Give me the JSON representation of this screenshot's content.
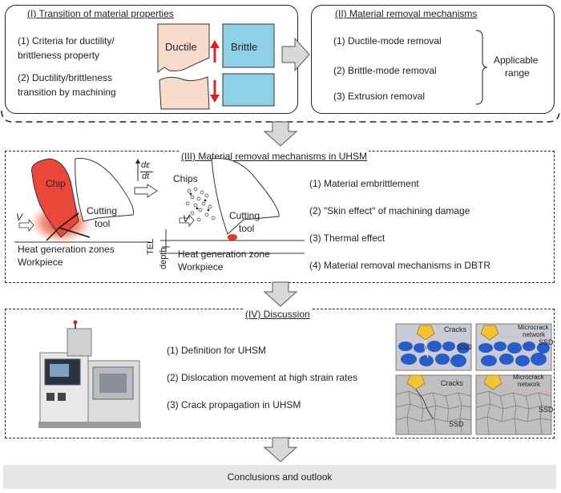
{
  "section1": {
    "title": "(I) Transition of material properties",
    "item1_line1": "(1) Criteria for ductility/",
    "item1_line2": "brittleness property",
    "item2_line1": "(2) Ductility/brittleness",
    "item2_line2": "transition by machining",
    "ductile_label": "Ductile",
    "brittle_label": "Brittle"
  },
  "section2": {
    "title": "(II) Material removal mechanisms",
    "items": [
      "(1) Ductile-mode removal",
      "(2) Brittle-mode removal",
      "(3) Extrusion removal"
    ],
    "bracket_label_line1": "Applicable",
    "bracket_label_line2": "range"
  },
  "section3": {
    "title": "(III) Material removal mechanisms in UHSM",
    "left_fig": {
      "chip": "Chip",
      "tool_line1": "Cutting",
      "tool_line2": "tool",
      "v": "V",
      "heat": "Heat generation zones",
      "workpiece": "Workpiece"
    },
    "rate_numerator": "dε",
    "rate_denominator": "dt",
    "right_fig": {
      "chips": "Chips",
      "tool_line1": "Cutting",
      "tool_line2": "tool",
      "v": "V",
      "heat": "Heat generation zone",
      "workpiece": "Workpiece"
    },
    "tel": "TEL",
    "depth": "depth",
    "items": [
      "(1) Material embrittlement",
      "(2) \"Skin effect\" of machining damage",
      "(3) Thermal effect",
      "(4) Material removal mechanisms in DBTR"
    ]
  },
  "section4": {
    "title": "(IV) Discussion",
    "items": [
      "(1) Definition for UHSM",
      "(2) Dislocation movement at high strain rates",
      "(3) Crack propagation in UHSM"
    ],
    "micro": {
      "tl_label": "Cracks",
      "tl_ssd": "SSD",
      "tr_label_line1": "Microcrack",
      "tr_label_line2": "network",
      "tr_ssd": "SSD",
      "bl_label": "Cracks",
      "bl_ssd": "SSD",
      "br_label_line1": "Microcrack",
      "br_label_line2": "network",
      "br_ssd": "SSD"
    }
  },
  "conclusion": "Conclusions and outlook",
  "colors": {
    "ductile_fill": "#f8dccb",
    "brittle_fill": "#8fd0e6",
    "arrow_red": "#d8232a",
    "heat_red": "#e03a2a",
    "grain_blue": "#2a5cc8",
    "grain_bg": "#c9ccd4",
    "grain_gray": "#bfbfbf",
    "indenter": "#f2c23a",
    "process_arrow": "#d8d8d8"
  }
}
